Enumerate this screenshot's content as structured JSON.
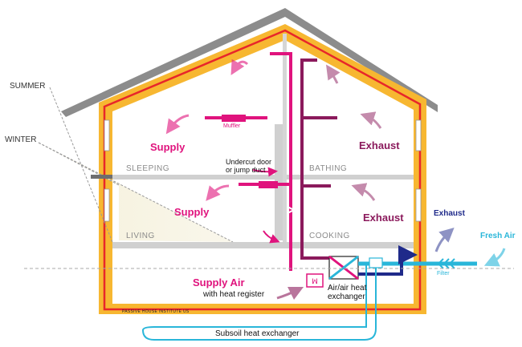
{
  "labels": {
    "summer": "SUMMER",
    "winter": "WINTER",
    "supply_upper": "Supply",
    "exhaust_upper": "Exhaust",
    "sleeping": "SLEEPING",
    "bathing": "BATHING",
    "undercut_line1": "Undercut door",
    "undercut_line2": "or jump duct",
    "muffler": "Muffler",
    "supply_lower": "Supply",
    "exhaust_lower": "Exhaust",
    "living": "LIVING",
    "cooking": "COOKING",
    "exhaust_outside": "Exhaust",
    "fresh_air": "Fresh Air",
    "filter": "Filter",
    "supply_air": "Supply Air",
    "with_heat_register": "with heat register",
    "hx_line1": "Air/air heat",
    "hx_line2": "exchanger",
    "subsoil": "Subsoil heat exchanger",
    "credit": "PASSIVE HOUSE INSTITUTE US"
  },
  "colors": {
    "supply": "#e0137d",
    "exhaust": "#8b1a5c",
    "insulation": "#f7b731",
    "airtight": "#e8262a",
    "fresh": "#29b6d9",
    "exhaust_out": "#1f2a8a",
    "roof": "#8c8c8c"
  }
}
